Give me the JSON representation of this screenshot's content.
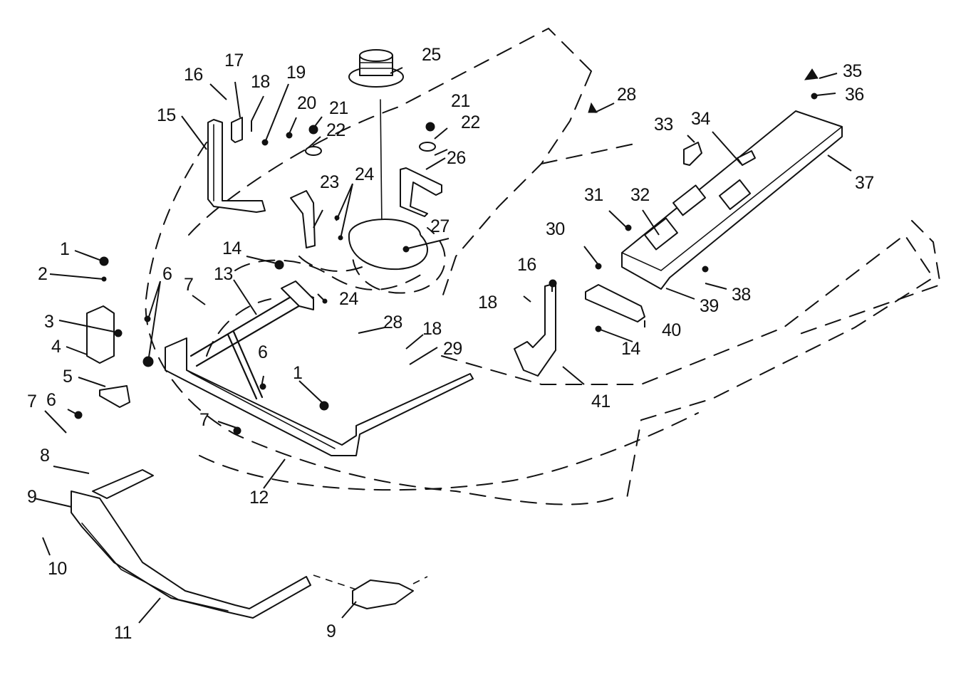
{
  "diagram": {
    "type": "exploded parts view",
    "subject": "snowmobile front frame / bumper / steering support assembly",
    "callouts": [
      {
        "id": "c1a",
        "label": "1"
      },
      {
        "id": "c1b",
        "label": "1"
      },
      {
        "id": "c2",
        "label": "2"
      },
      {
        "id": "c3",
        "label": "3"
      },
      {
        "id": "c4",
        "label": "4"
      },
      {
        "id": "c5",
        "label": "5"
      },
      {
        "id": "c6a",
        "label": "6"
      },
      {
        "id": "c6b",
        "label": "6"
      },
      {
        "id": "c6c",
        "label": "6"
      },
      {
        "id": "c7a",
        "label": "7"
      },
      {
        "id": "c7b",
        "label": "7"
      },
      {
        "id": "c7c",
        "label": "7"
      },
      {
        "id": "c8",
        "label": "8"
      },
      {
        "id": "c9a",
        "label": "9"
      },
      {
        "id": "c9b",
        "label": "9"
      },
      {
        "id": "c10",
        "label": "10"
      },
      {
        "id": "c11",
        "label": "11"
      },
      {
        "id": "c12",
        "label": "12"
      },
      {
        "id": "c13",
        "label": "13"
      },
      {
        "id": "c14a",
        "label": "14"
      },
      {
        "id": "c14b",
        "label": "14"
      },
      {
        "id": "c15",
        "label": "15"
      },
      {
        "id": "c16a",
        "label": "16"
      },
      {
        "id": "c16b",
        "label": "16"
      },
      {
        "id": "c17",
        "label": "17"
      },
      {
        "id": "c18a",
        "label": "18"
      },
      {
        "id": "c18b",
        "label": "18"
      },
      {
        "id": "c18c",
        "label": "18"
      },
      {
        "id": "c19",
        "label": "19"
      },
      {
        "id": "c20",
        "label": "20"
      },
      {
        "id": "c21a",
        "label": "21"
      },
      {
        "id": "c21b",
        "label": "21"
      },
      {
        "id": "c22a",
        "label": "22"
      },
      {
        "id": "c22b",
        "label": "22"
      },
      {
        "id": "c23",
        "label": "23"
      },
      {
        "id": "c24a",
        "label": "24"
      },
      {
        "id": "c24b",
        "label": "24"
      },
      {
        "id": "c25",
        "label": "25"
      },
      {
        "id": "c26",
        "label": "26"
      },
      {
        "id": "c27",
        "label": "27"
      },
      {
        "id": "c28a",
        "label": "28"
      },
      {
        "id": "c28b",
        "label": "28"
      },
      {
        "id": "c29",
        "label": "29"
      },
      {
        "id": "c30",
        "label": "30"
      },
      {
        "id": "c31",
        "label": "31"
      },
      {
        "id": "c32",
        "label": "32"
      },
      {
        "id": "c33",
        "label": "33"
      },
      {
        "id": "c34",
        "label": "34"
      },
      {
        "id": "c35",
        "label": "35"
      },
      {
        "id": "c36",
        "label": "36"
      },
      {
        "id": "c37",
        "label": "37"
      },
      {
        "id": "c38",
        "label": "38"
      },
      {
        "id": "c39",
        "label": "39"
      },
      {
        "id": "c40",
        "label": "40"
      },
      {
        "id": "c41",
        "label": "41"
      }
    ]
  }
}
